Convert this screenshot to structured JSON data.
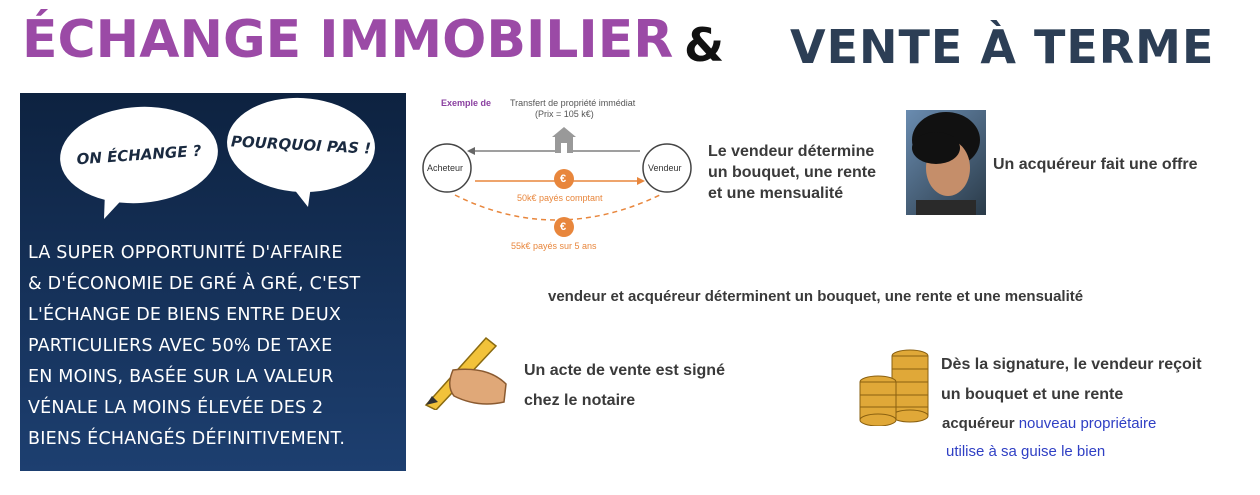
{
  "header": {
    "title_left": "ÉCHANGE IMMOBILIER",
    "ampersand": "&",
    "title_right": "VENTE À TERME"
  },
  "panel": {
    "bubble_left": "ON ÉCHANGE ?",
    "bubble_right": "POURQUOI PAS !",
    "lines": [
      "LA SUPER OPPORTUNITÉ D'AFFAIRE",
      "& D'ÉCONOMIE DE GRÉ À GRÉ, C'EST",
      "L'ÉCHANGE DE BIENS ENTRE DEUX",
      "PARTICULIERS AVEC 50% DE TAXE",
      "EN MOINS, BASÉE SUR LA VALEUR",
      "VÉNALE LA MOINS ÉLEVÉE DES 2",
      "BIENS ÉCHANGÉS DÉFINITIVEMENT."
    ]
  },
  "diagram": {
    "exemple": "Exemple de",
    "transfer_title": "Transfert de propriété immédiat",
    "price": "(Prix = 105 k€)",
    "buyer": "Acheteur",
    "seller": "Vendeur",
    "cash": "50k€ payés comptant",
    "installments": "55k€ payés sur 5 ans",
    "euro": "€"
  },
  "steps": {
    "seller_determines": [
      "Le vendeur détermine",
      "un bouquet, une rente",
      "et une mensualité"
    ],
    "buyer_offer": "Un acquéreur fait une offre",
    "both_determine": "vendeur  et acquéreur déterminent un bouquet, une rente et une mensualité",
    "act_signed": [
      "Un acte de vente est signé",
      "chez le notaire"
    ],
    "signature": [
      "Dès la signature, le vendeur reçoit",
      "un bouquet et une rente"
    ],
    "new_owner_prefix": "acquéreur",
    "new_owner_rest": "nouveau propriétaire",
    "new_owner_line2": "utilise à sa guise le bien"
  },
  "colors": {
    "title_purple": "#9b4aa6",
    "title_navy": "#2c3e55",
    "panel_bg": "#0d2240",
    "orange": "#e8863c",
    "blue_text": "#2f3fc4"
  }
}
